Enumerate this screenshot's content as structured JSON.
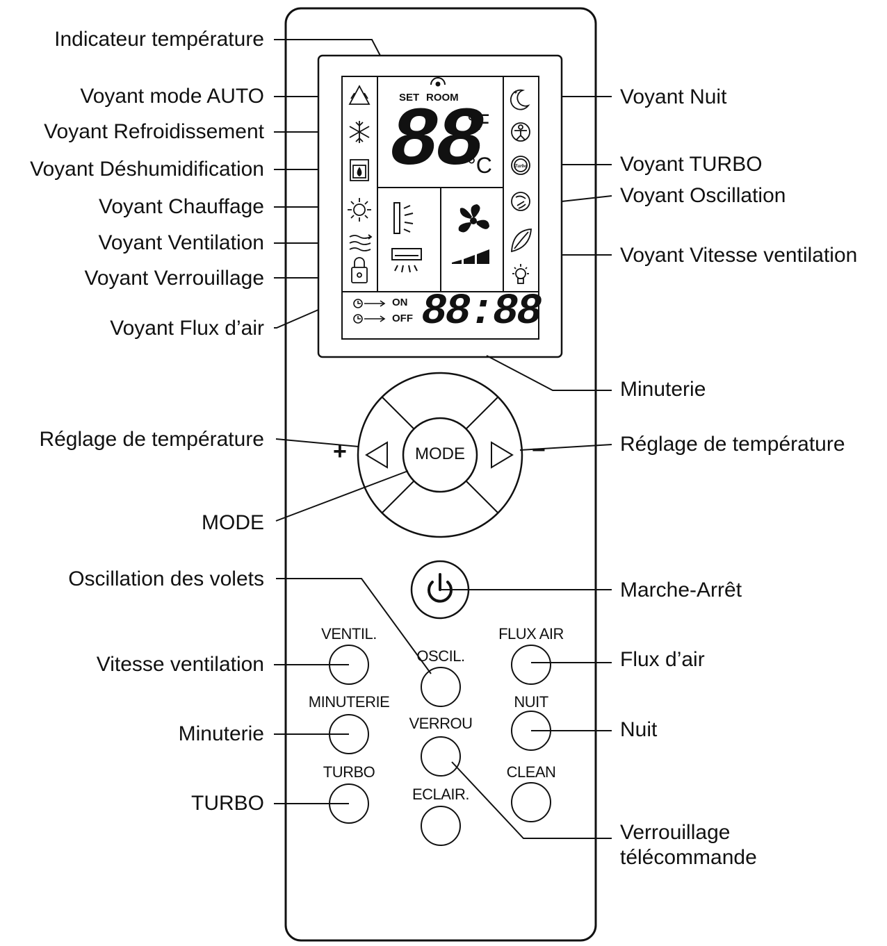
{
  "labels_left": {
    "indicateur_temperature": "Indicateur température",
    "voyant_auto": "Voyant mode AUTO",
    "voyant_refroidissement": "Voyant Refroidissement",
    "voyant_deshumidification": "Voyant Déshumidification",
    "voyant_chauffage": "Voyant Chauffage",
    "voyant_ventilation": "Voyant Ventilation",
    "voyant_verrouillage": "Voyant Verrouillage",
    "voyant_flux_air": "Voyant Flux d’air",
    "reglage_temp_plus": "Réglage de température",
    "mode": "MODE",
    "oscillation_volets": "Oscillation des volets",
    "vitesse_ventilation": "Vitesse ventilation",
    "minuterie": "Minuterie",
    "turbo": "TURBO"
  },
  "labels_right": {
    "voyant_nuit": "Voyant Nuit",
    "voyant_turbo": "Voyant TURBO",
    "voyant_oscillation": "Voyant Oscillation",
    "voyant_vitesse_ventilation": "Voyant Vitesse ventilation",
    "minuterie": "Minuterie",
    "reglage_temp_minus": "Réglage de température",
    "marche_arret": "Marche-Arrêt",
    "flux_air": "Flux d’air",
    "nuit": "Nuit",
    "verrouillage_line1": "Verrouillage",
    "verrouillage_line2": "télécommande"
  },
  "display": {
    "set": "SET",
    "room": "ROOM",
    "temp_digits": "88",
    "unit_f": "°F",
    "unit_c": "°C",
    "timer_on": "ON",
    "timer_off": "OFF",
    "clock": "88:88"
  },
  "buttons": {
    "mode": "MODE",
    "plus": "+",
    "minus": "−",
    "ventil": "VENTIL.",
    "oscil": "OSCIL.",
    "flux_air": "FLUX AIR",
    "minuterie": "MINUTERIE",
    "verrou": "VERROU",
    "nuit": "NUIT",
    "turbo": "TURBO",
    "eclair": "ECLAIR.",
    "clean": "CLEAN"
  },
  "icons": {
    "auto": "recycle-triangle-icon",
    "cool": "snowflake-icon",
    "dry": "droplet-container-icon",
    "heat": "sun-icon",
    "fan": "wind-waves-icon",
    "lock": "padlock-icon",
    "night": "moon-stars-icon",
    "health": "person-circle-icon",
    "turbo": "turbo-circle-icon",
    "swing": "swing-circle-icon",
    "leaf": "leaf-icon",
    "light": "bulb-icon",
    "power": "power-icon"
  },
  "colors": {
    "line": "#111111",
    "background": "#ffffff"
  }
}
